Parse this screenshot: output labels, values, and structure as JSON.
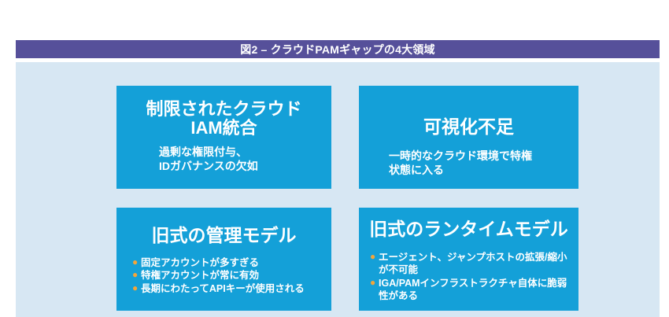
{
  "figure": {
    "title": "図2 – クラウドPAMギャップの4大領域"
  },
  "cards": [
    {
      "title_lines": [
        "制限されたクラウド",
        "IAM統合"
      ],
      "sub_lines": [
        "過剰な権限付与、",
        "IDガバナンスの欠如"
      ]
    },
    {
      "title_lines": [
        "可視化不足"
      ],
      "sub_lines": [
        "一時的なクラウド環境で特権",
        "状態に入る"
      ]
    },
    {
      "title_lines": [
        "旧式の管理モデル"
      ],
      "bullets": [
        "固定アカウントが多すぎる",
        "特権アカウントが常に有効",
        "長期にわたってAPIキーが使用される"
      ]
    },
    {
      "title_lines": [
        "旧式のランタイムモデル"
      ],
      "bullets": [
        "エージェント、ジャンプホストの拡張/縮小が不可能",
        "IGA/PAMインフラストラクチャ自体に脆弱性がある"
      ]
    }
  ],
  "colors": {
    "title_bar": "#56509a",
    "panel": "#d7e7f3",
    "card": "#14a0d8",
    "bullet": "#f3a53a"
  }
}
